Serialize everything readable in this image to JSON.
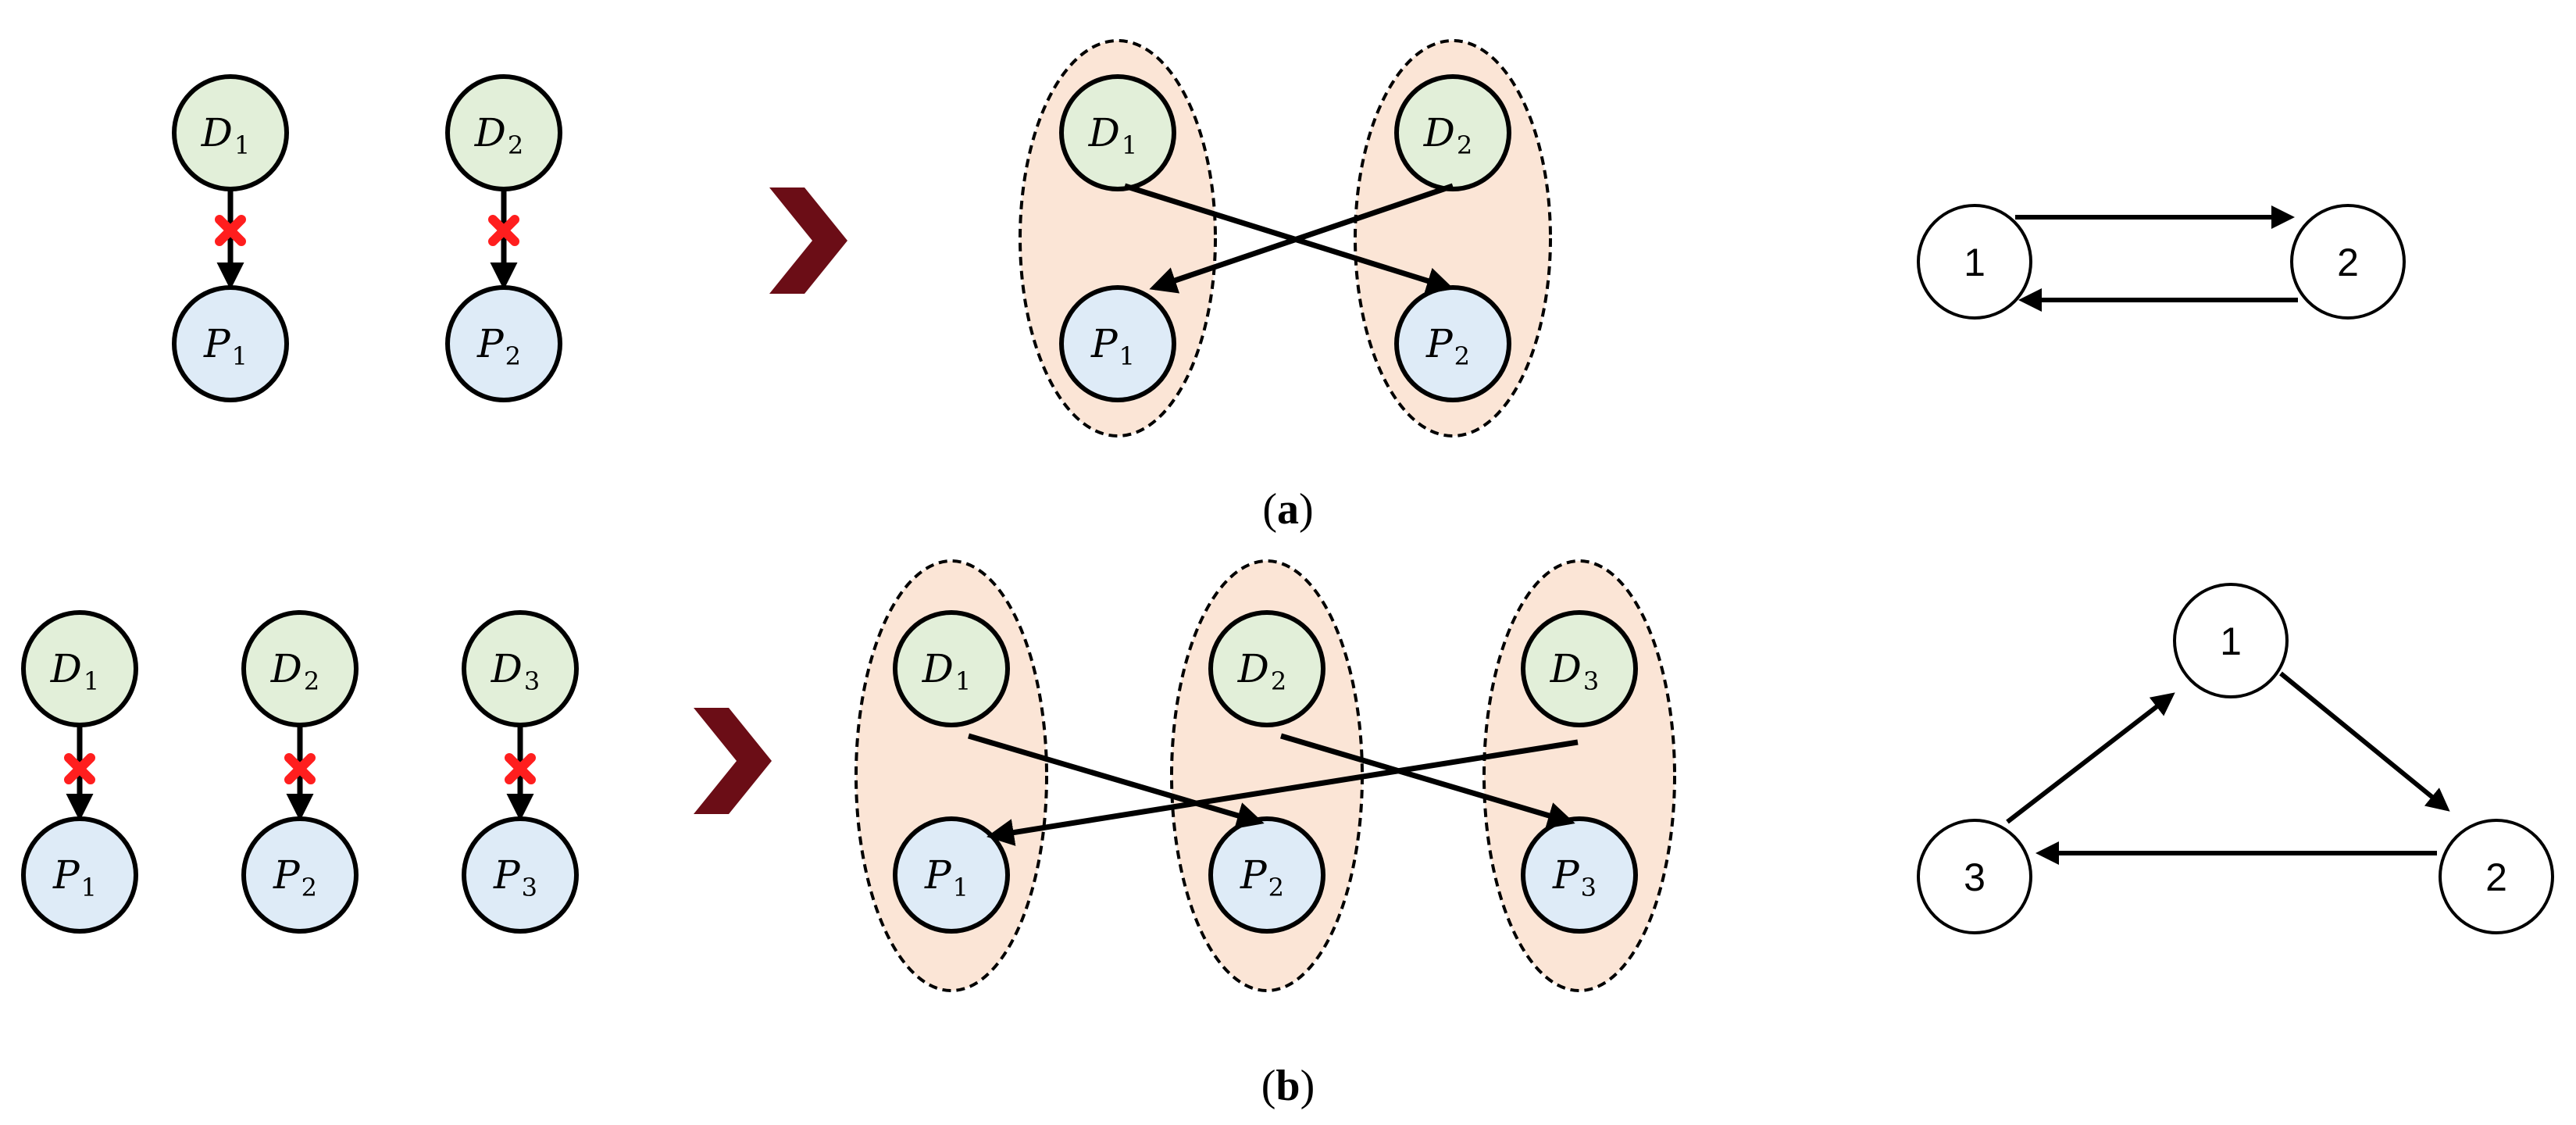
{
  "panels": [
    {
      "caption_letter": "a",
      "left_pairs": [
        {
          "d": {
            "var": "D",
            "sub": "1"
          },
          "p": {
            "var": "P",
            "sub": "1"
          }
        },
        {
          "d": {
            "var": "D",
            "sub": "2"
          },
          "p": {
            "var": "P",
            "sub": "2"
          }
        }
      ],
      "groups": [
        {
          "d": {
            "var": "D",
            "sub": "1"
          },
          "p": {
            "var": "P",
            "sub": "1"
          }
        },
        {
          "d": {
            "var": "D",
            "sub": "2"
          },
          "p": {
            "var": "P",
            "sub": "2"
          }
        }
      ],
      "graph_nodes": [
        "1",
        "2"
      ]
    },
    {
      "caption_letter": "b",
      "left_pairs": [
        {
          "d": {
            "var": "D",
            "sub": "1"
          },
          "p": {
            "var": "P",
            "sub": "1"
          }
        },
        {
          "d": {
            "var": "D",
            "sub": "2"
          },
          "p": {
            "var": "P",
            "sub": "2"
          }
        },
        {
          "d": {
            "var": "D",
            "sub": "3"
          },
          "p": {
            "var": "P",
            "sub": "3"
          }
        }
      ],
      "groups": [
        {
          "d": {
            "var": "D",
            "sub": "1"
          },
          "p": {
            "var": "P",
            "sub": "1"
          }
        },
        {
          "d": {
            "var": "D",
            "sub": "2"
          },
          "p": {
            "var": "P",
            "sub": "2"
          }
        },
        {
          "d": {
            "var": "D",
            "sub": "3"
          },
          "p": {
            "var": "P",
            "sub": "3"
          }
        }
      ],
      "graph_nodes": [
        "1",
        "2",
        "3"
      ]
    }
  ],
  "colors": {
    "donor": "#e2efd9",
    "patient": "#deebf7",
    "pair_group": "#fbe5d6",
    "incompatible_mark": "#ff1e1e",
    "chevron": "#6b0d16"
  }
}
